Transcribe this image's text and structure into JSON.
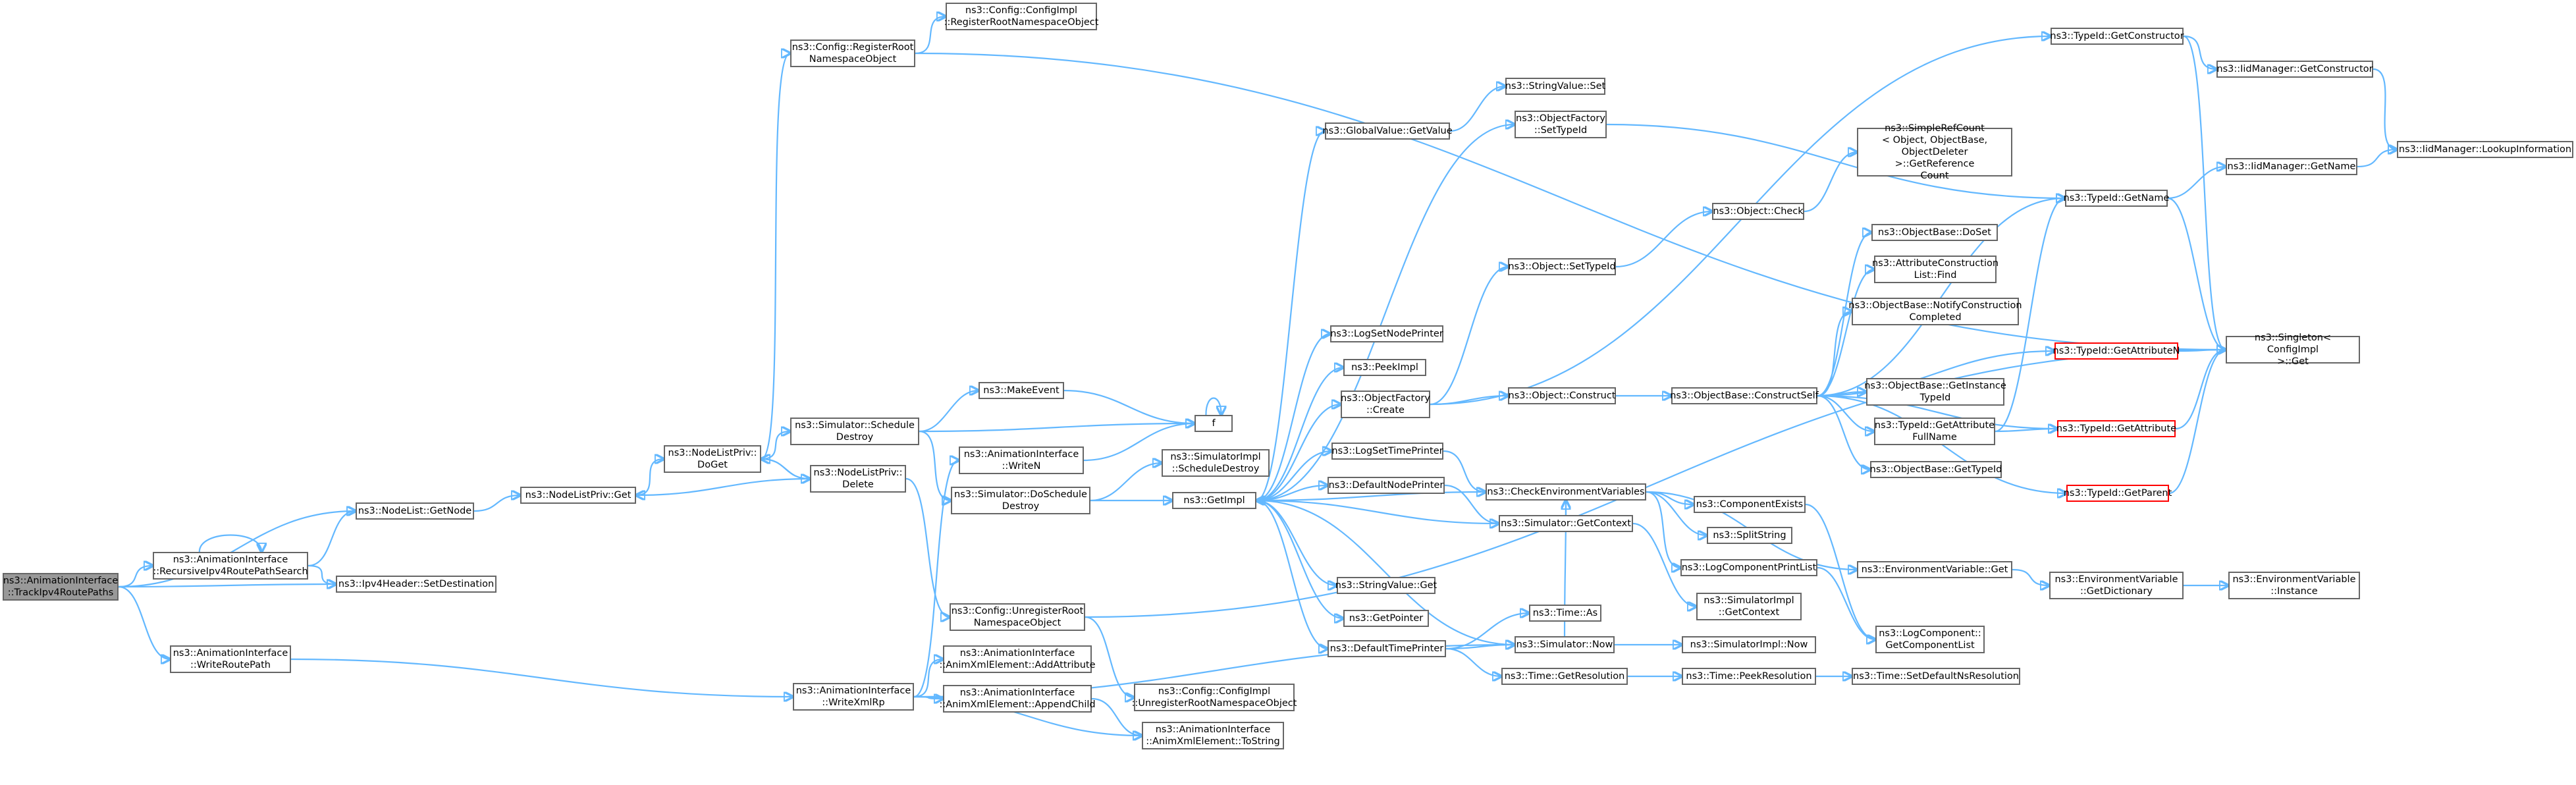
{
  "colors": {
    "edge": "#63b8ff",
    "node_border": "#666666",
    "highlight_border": "#ff0000",
    "root_fill": "#999999"
  },
  "nodes": {
    "root": "ns3::AnimationInterface\n::TrackIpv4RoutePaths",
    "recursive": "ns3::AnimationInterface\n::RecursiveIpv4RoutePathSearch",
    "writeroutepath": "ns3::AnimationInterface\n::WriteRoutePath",
    "nodelist_getnode": "ns3::NodeList::GetNode",
    "ipv4_setdest": "ns3::Ipv4Header::SetDestination",
    "writexmlrp": "ns3::AnimationInterface\n::WriteXmlRp",
    "nodelistpriv_get": "ns3::NodeListPriv::Get",
    "nodelistpriv_doget": "ns3::NodeListPriv::\nDoGet",
    "nodelistpriv_delete": "ns3::NodeListPriv::\nDelete",
    "config_register": "ns3::Config::RegisterRoot\nNamespaceObject",
    "configimpl_register": "ns3::Config::ConfigImpl\n::RegisterRootNamespaceObject",
    "sim_schedule": "ns3::Simulator::Schedule\nDestroy",
    "makeevent": "ns3::MakeEvent",
    "writen": "ns3::AnimationInterface\n::WriteN",
    "sim_doschedule": "ns3::Simulator::DoSchedule\nDestroy",
    "simimpl_schedule": "ns3::SimulatorImpl\n::ScheduleDestroy",
    "f": "f",
    "getimpl": "ns3::GetImpl",
    "config_unregister": "ns3::Config::UnregisterRoot\nNamespaceObject",
    "configimpl_unregister": "ns3::Config::ConfigImpl\n::UnregisterRootNamespaceObject",
    "addattribute": "ns3::AnimationInterface\n::AnimXmlElement::AddAttribute",
    "appendchild": "ns3::AnimationInterface\n::AnimXmlElement::AppendChild",
    "tostring": "ns3::AnimationInterface\n::AnimXmlElement::ToString",
    "globalvalue_get": "ns3::GlobalValue::GetValue",
    "stringvalue_set": "ns3::StringValue::Set",
    "objfactory_settypeid": "ns3::ObjectFactory\n::SetTypeId",
    "lognodeprinter": "ns3::LogSetNodePrinter",
    "peekimpl": "ns3::PeekImpl",
    "objfactory_create": "ns3::ObjectFactory\n::Create",
    "logtimeprinter": "ns3::LogSetTimePrinter",
    "defaultnodeprinter": "ns3::DefaultNodePrinter",
    "stringvalue_get": "ns3::StringValue::Get",
    "getpointer": "ns3::GetPointer",
    "defaulttimeprinter": "ns3::DefaultTimePrinter",
    "object_check": "ns3::Object::Check",
    "object_settypeid": "ns3::Object::SetTypeId",
    "object_construct": "ns3::Object::Construct",
    "checkenv": "ns3::CheckEnvironmentVariables",
    "sim_getcontext": "ns3::Simulator::GetContext",
    "time_as": "ns3::Time::As",
    "sim_now": "ns3::Simulator::Now",
    "time_getres": "ns3::Time::GetResolution",
    "simplerefcount": "ns3::SimpleRefCount\n< Object, ObjectBase,\nObjectDeleter >::GetReference\nCount",
    "constructself": "ns3::ObjectBase::ConstructSelf",
    "componentexists": "ns3::ComponentExists",
    "splitstring": "ns3::SplitString",
    "logcomponentprintlist": "ns3::LogComponentPrintList",
    "simimpl_getcontext": "ns3::SimulatorImpl\n::GetContext",
    "simimpl_now": "ns3::SimulatorImpl::Now",
    "time_peekres": "ns3::Time::PeekResolution",
    "objectbase_doset": "ns3::ObjectBase::DoSet",
    "attrconstruction": "ns3::AttributeConstruction\nList::Find",
    "notifyconstruction": "ns3::ObjectBase::NotifyConstruction\nCompleted",
    "getinstancetypeid": "ns3::ObjectBase::GetInstance\nTypeId",
    "getattributefullname": "ns3::TypeId::GetAttribute\nFullName",
    "objectbase_gettypeid": "ns3::ObjectBase::GetTypeId",
    "envvar_get": "ns3::EnvironmentVariable::Get",
    "logcomponent_getlist": "ns3::LogComponent::\nGetComponentList",
    "time_setdefault": "ns3::Time::SetDefaultNsResolution",
    "typeid_getconstructor": "ns3::TypeId::GetConstructor",
    "typeid_getname": "ns3::TypeId::GetName",
    "typeid_getattributen": "ns3::TypeId::GetAttributeN",
    "typeid_getattribute": "ns3::TypeId::GetAttribute",
    "typeid_getparent": "ns3::TypeId::GetParent",
    "envvar_getdict": "ns3::EnvironmentVariable\n::GetDictionary",
    "iidmanager_getconstructor": "ns3::IidManager::GetConstructor",
    "iidmanager_getname": "ns3::IidManager::GetName",
    "singleton_get": "ns3::Singleton< ConfigImpl\n>::Get",
    "envvar_instance": "ns3::EnvironmentVariable\n::Instance",
    "iidmanager_lookup": "ns3::IidManager::LookupInformation"
  },
  "edges": [
    [
      "root",
      "recursive"
    ],
    [
      "root",
      "writeroutepath"
    ],
    [
      "root",
      "nodelist_getnode"
    ],
    [
      "root",
      "ipv4_setdest"
    ],
    [
      "recursive",
      "nodelist_getnode"
    ],
    [
      "recursive",
      "ipv4_setdest"
    ],
    [
      "recursive",
      "recursive"
    ],
    [
      "writeroutepath",
      "writexmlrp"
    ],
    [
      "nodelist_getnode",
      "nodelistpriv_get"
    ],
    [
      "nodelistpriv_get",
      "nodelistpriv_doget"
    ],
    [
      "nodelistpriv_doget",
      "config_register"
    ],
    [
      "nodelistpriv_doget",
      "sim_schedule"
    ],
    [
      "nodelistpriv_doget",
      "nodelistpriv_delete"
    ],
    [
      "nodelistpriv_delete",
      "nodelistpriv_get"
    ],
    [
      "nodelistpriv_delete",
      "nodelistpriv_doget"
    ],
    [
      "nodelistpriv_delete",
      "config_unregister"
    ],
    [
      "config_register",
      "configimpl_register"
    ],
    [
      "config_register",
      "singleton_get"
    ],
    [
      "sim_schedule",
      "makeevent"
    ],
    [
      "sim_schedule",
      "sim_doschedule"
    ],
    [
      "makeevent",
      "f"
    ],
    [
      "writen",
      "f"
    ],
    [
      "sim_schedule",
      "f"
    ],
    [
      "f",
      "f"
    ],
    [
      "sim_doschedule",
      "simimpl_schedule"
    ],
    [
      "sim_doschedule",
      "getimpl"
    ],
    [
      "writexmlrp",
      "writen"
    ],
    [
      "writexmlrp",
      "addattribute"
    ],
    [
      "writexmlrp",
      "appendchild"
    ],
    [
      "writexmlrp",
      "tostring"
    ],
    [
      "writexmlrp",
      "sim_now"
    ],
    [
      "appendchild",
      "tostring"
    ],
    [
      "config_unregister",
      "configimpl_unregister"
    ],
    [
      "config_unregister",
      "singleton_get"
    ],
    [
      "getimpl",
      "globalvalue_get"
    ],
    [
      "getimpl",
      "lognodeprinter"
    ],
    [
      "getimpl",
      "peekimpl"
    ],
    [
      "getimpl",
      "objfactory_create"
    ],
    [
      "getimpl",
      "logtimeprinter"
    ],
    [
      "getimpl",
      "defaultnodeprinter"
    ],
    [
      "getimpl",
      "stringvalue_get"
    ],
    [
      "getimpl",
      "getpointer"
    ],
    [
      "getimpl",
      "defaulttimeprinter"
    ],
    [
      "getimpl",
      "objfactory_settypeid"
    ],
    [
      "globalvalue_get",
      "stringvalue_set"
    ],
    [
      "objfactory_settypeid",
      "typeid_getname"
    ],
    [
      "objfactory_create",
      "object_settypeid"
    ],
    [
      "objfactory_create",
      "object_construct"
    ],
    [
      "objfactory_create",
      "typeid_getconstructor"
    ],
    [
      "object_settypeid",
      "object_check"
    ],
    [
      "object_check",
      "simplerefcount"
    ],
    [
      "object_construct",
      "constructself"
    ],
    [
      "logtimeprinter",
      "checkenv"
    ],
    [
      "defaultnodeprinter",
      "sim_getcontext"
    ],
    [
      "checkenv",
      "getimpl"
    ],
    [
      "checkenv",
      "componentexists"
    ],
    [
      "checkenv",
      "splitstring"
    ],
    [
      "checkenv",
      "logcomponentprintlist"
    ],
    [
      "checkenv",
      "envvar_get"
    ],
    [
      "sim_getcontext",
      "getimpl"
    ],
    [
      "sim_getcontext",
      "simimpl_getcontext"
    ],
    [
      "sim_getcontext",
      "checkenv"
    ],
    [
      "componentexists",
      "logcomponent_getlist"
    ],
    [
      "logcomponentprintlist",
      "logcomponent_getlist"
    ],
    [
      "defaulttimeprinter",
      "time_as"
    ],
    [
      "defaulttimeprinter",
      "sim_now"
    ],
    [
      "defaulttimeprinter",
      "time_getres"
    ],
    [
      "sim_now",
      "getimpl"
    ],
    [
      "sim_now",
      "simimpl_now"
    ],
    [
      "sim_now",
      "checkenv"
    ],
    [
      "time_getres",
      "time_peekres"
    ],
    [
      "time_peekres",
      "time_setdefault"
    ],
    [
      "constructself",
      "objectbase_doset"
    ],
    [
      "constructself",
      "attrconstruction"
    ],
    [
      "constructself",
      "notifyconstruction"
    ],
    [
      "constructself",
      "getinstancetypeid"
    ],
    [
      "constructself",
      "getattributefullname"
    ],
    [
      "constructself",
      "objectbase_gettypeid"
    ],
    [
      "constructself",
      "typeid_getname"
    ],
    [
      "constructself",
      "typeid_getattributen"
    ],
    [
      "constructself",
      "typeid_getattribute"
    ],
    [
      "constructself",
      "typeid_getparent"
    ],
    [
      "getattributefullname",
      "typeid_getname"
    ],
    [
      "getattributefullname",
      "typeid_getattribute"
    ],
    [
      "envvar_get",
      "envvar_getdict"
    ],
    [
      "envvar_getdict",
      "envvar_instance"
    ],
    [
      "typeid_getconstructor",
      "iidmanager_getconstructor"
    ],
    [
      "typeid_getconstructor",
      "singleton_get"
    ],
    [
      "iidmanager_getconstructor",
      "iidmanager_lookup"
    ],
    [
      "typeid_getname",
      "iidmanager_getname"
    ],
    [
      "typeid_getname",
      "singleton_get"
    ],
    [
      "iidmanager_getname",
      "iidmanager_lookup"
    ],
    [
      "typeid_getattributen",
      "singleton_get"
    ],
    [
      "typeid_getattribute",
      "singleton_get"
    ],
    [
      "typeid_getparent",
      "singleton_get"
    ]
  ]
}
